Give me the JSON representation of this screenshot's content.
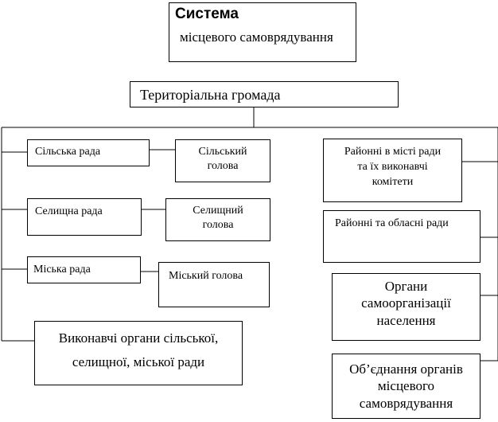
{
  "title": {
    "bold": "Система",
    "rest": "місцевого самоврядування"
  },
  "community": "Територіальна громада",
  "left": {
    "village_council": "Сільська рада",
    "village_head": "Сільський\nголова",
    "settlement_council": "Селищна рада",
    "settlement_head": "Селищний\nголова",
    "city_council": "Міська рада",
    "city_head": "Міський голова",
    "executive_bodies": "Виконавчі органи сільської,\nселищної, міської ради"
  },
  "right": {
    "district_city_councils": "Районні в місті ради\nта їх виконавчі\nкомітети",
    "district_regional_councils": "Районні та обласні ради",
    "self_organization": "Органи\nсамоорганізації\nнаселення",
    "associations": "Об’єднання органів\nмісцевого\nсамоврядування"
  }
}
